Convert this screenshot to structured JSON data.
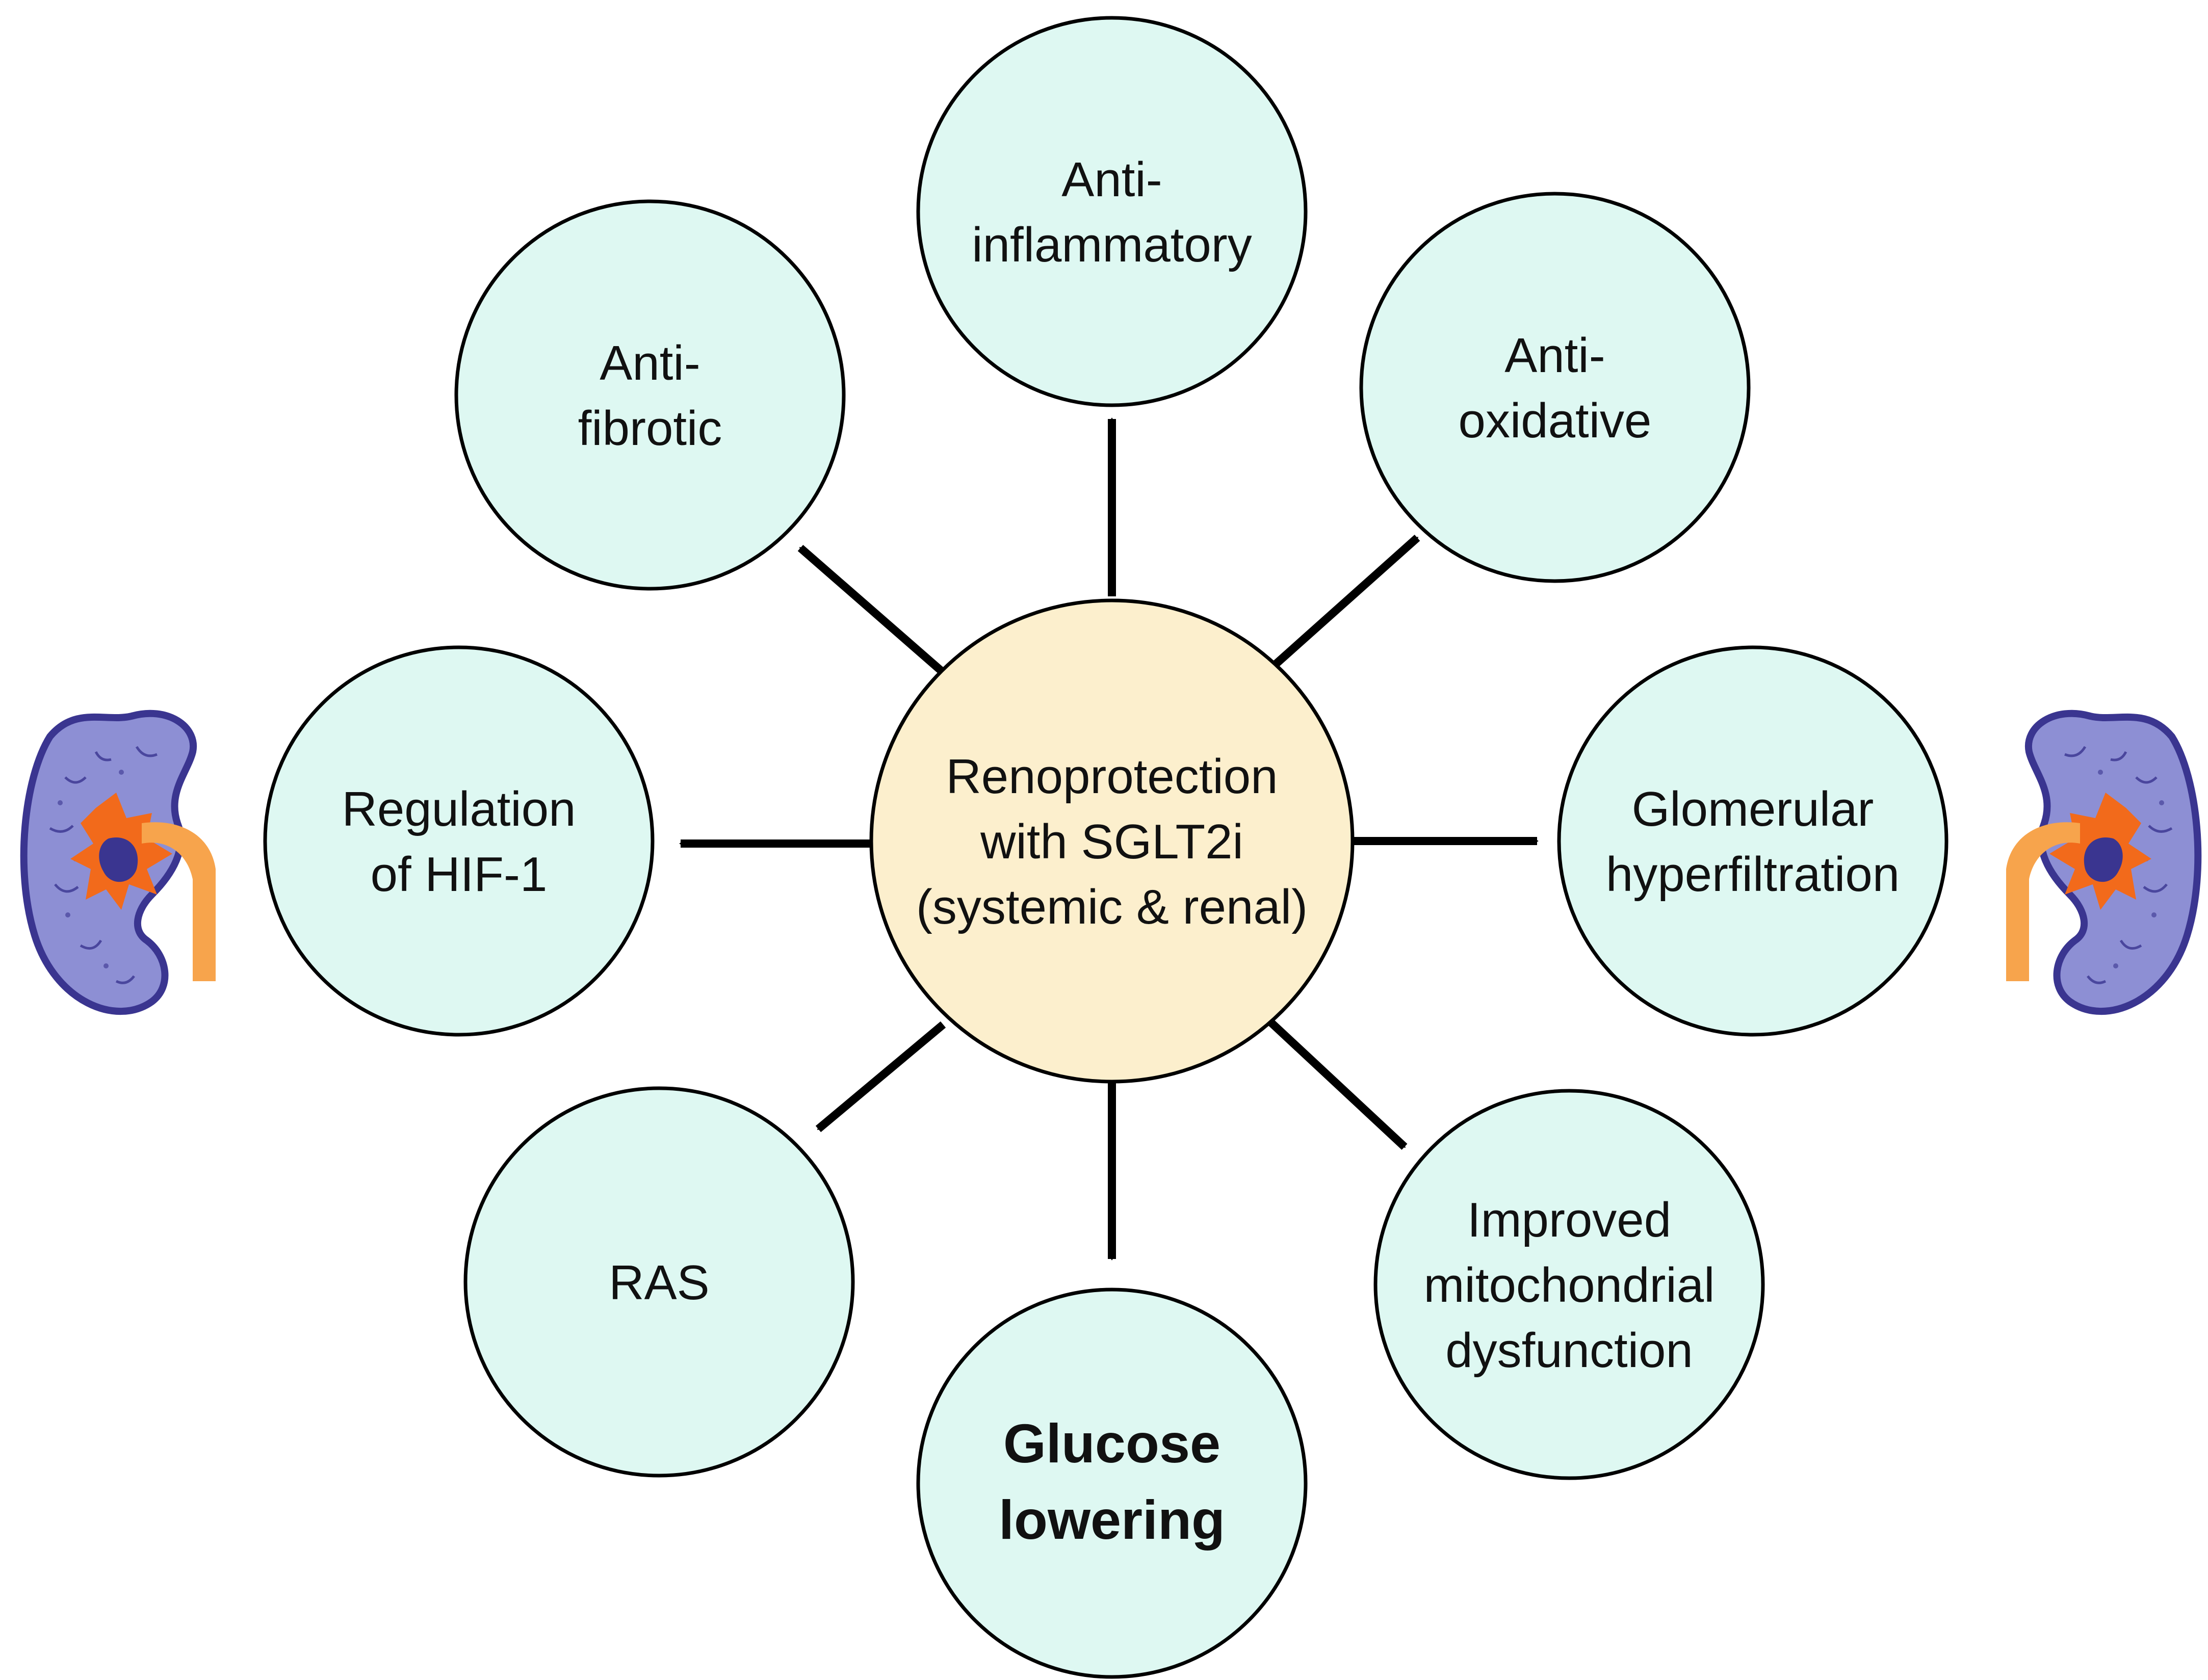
{
  "center": {
    "lines": [
      "Renoprotection",
      "with SGLT2i",
      "(systemic & renal)"
    ],
    "fill": "#fcefcd"
  },
  "nodes": [
    {
      "id": "anti-inflammatory",
      "lines": [
        "Anti-",
        "inflammatory"
      ]
    },
    {
      "id": "anti-oxidative",
      "lines": [
        "Anti-",
        "oxidative"
      ]
    },
    {
      "id": "glomerular-hyperfiltration",
      "lines": [
        "Glomerular",
        "hyperfiltration"
      ]
    },
    {
      "id": "improved-mitochondrial-dysfunction",
      "lines": [
        "Improved",
        "mitochondrial",
        "dysfunction"
      ]
    },
    {
      "id": "glucose-lowering",
      "lines": [
        "Glucose",
        "lowering"
      ],
      "bold": true
    },
    {
      "id": "ras",
      "lines": [
        "RAS"
      ]
    },
    {
      "id": "regulation-of-hif-1",
      "lines": [
        "Regulation",
        "of HIF-1"
      ]
    },
    {
      "id": "anti-fibrotic",
      "lines": [
        "Anti-",
        "fibrotic"
      ]
    }
  ],
  "colors": {
    "node_fill": "#def8f2",
    "stroke": "#000000",
    "kidney_cortex": "#8d8fd4",
    "kidney_outline": "#3a3590",
    "kidney_pelvis": "#f7a44c",
    "kidney_medulla": "#f26a1b"
  },
  "icons": {
    "left": "kidney-icon",
    "right": "kidney-icon"
  }
}
